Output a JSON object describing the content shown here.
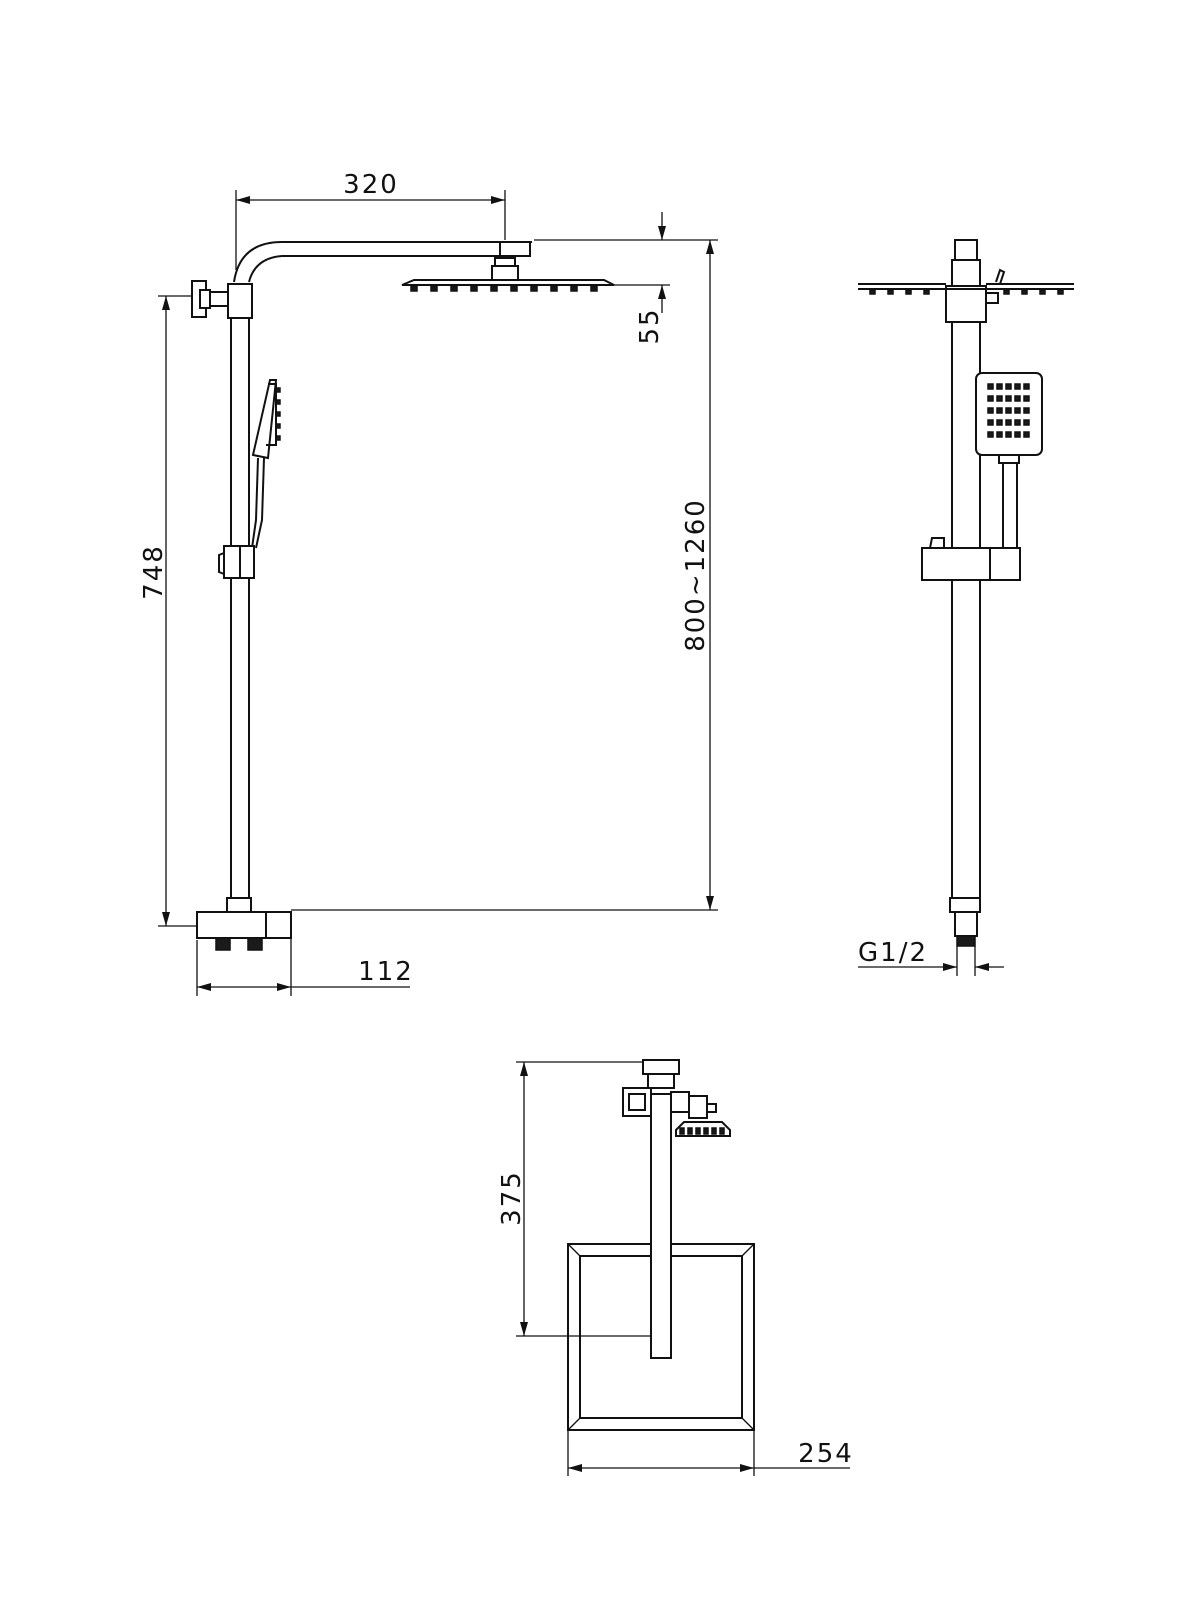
{
  "dimensions": {
    "arm_length": "320",
    "head_offset": "55",
    "mixer_to_head": "748",
    "height_range": "800~1260",
    "mixer_depth": "112",
    "thread": "G1/2",
    "head_height": "375",
    "head_size": "254"
  }
}
